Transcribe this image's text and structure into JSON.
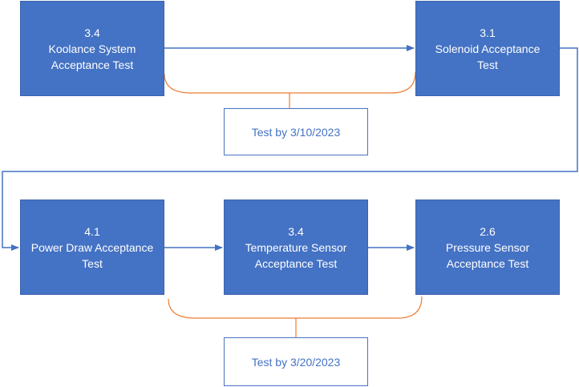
{
  "colors": {
    "box_fill": "#4472C4",
    "connector": "#4472C4",
    "bracket": "#ED7D31",
    "note_text": "#4472C4"
  },
  "steps": [
    {
      "id": "koolance",
      "number": "3.4",
      "lines": [
        "Koolance System",
        "Acceptance Test"
      ]
    },
    {
      "id": "solenoid",
      "number": "3.1",
      "lines": [
        "Solenoid Acceptance",
        "Test"
      ]
    },
    {
      "id": "power-draw",
      "number": "4.1",
      "lines": [
        "Power Draw Acceptance",
        "Test"
      ]
    },
    {
      "id": "temperature-sensor",
      "number": "3.4",
      "lines": [
        "Temperature Sensor",
        "Acceptance Test"
      ]
    },
    {
      "id": "pressure-sensor",
      "number": "2.6",
      "lines": [
        "Pressure Sensor",
        "Acceptance Test"
      ]
    }
  ],
  "notes": [
    {
      "id": "deadline-1",
      "text": "Test by 3/10/2023"
    },
    {
      "id": "deadline-2",
      "text": "Test by 3/20/2023"
    }
  ]
}
